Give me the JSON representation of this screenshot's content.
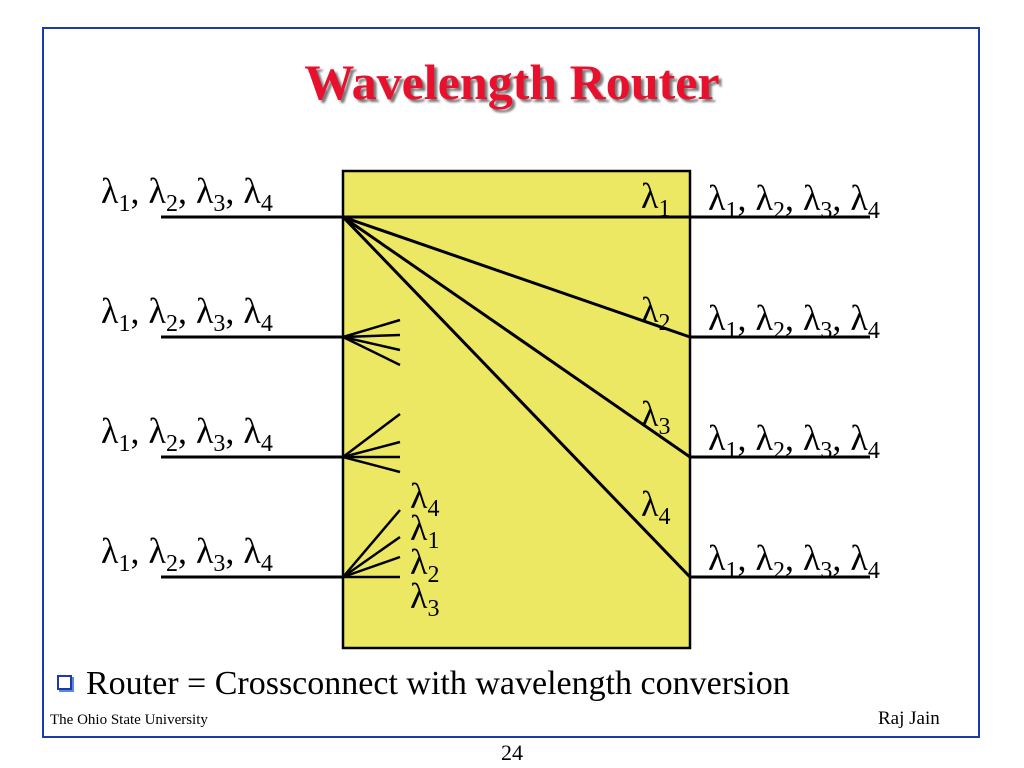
{
  "title": "Wavelength Router",
  "lam": "λ",
  "input_ports": [
    [
      [
        "λ",
        "1"
      ],
      [
        "λ",
        "2"
      ],
      [
        "λ",
        "3"
      ],
      [
        "λ",
        "4"
      ]
    ],
    [
      [
        "λ",
        "1"
      ],
      [
        "λ",
        "2"
      ],
      [
        "λ",
        "3"
      ],
      [
        "λ",
        "4"
      ]
    ],
    [
      [
        "λ",
        "1"
      ],
      [
        "λ",
        "2"
      ],
      [
        "λ",
        "3"
      ],
      [
        "λ",
        "4"
      ]
    ],
    [
      [
        "λ",
        "1"
      ],
      [
        "λ",
        "2"
      ],
      [
        "λ",
        "3"
      ],
      [
        "λ",
        "4"
      ]
    ]
  ],
  "output_ports": [
    [
      [
        "λ",
        "1"
      ],
      [
        "λ",
        "2"
      ],
      [
        "λ",
        "3"
      ],
      [
        "λ",
        "4"
      ]
    ],
    [
      [
        "λ",
        "1"
      ],
      [
        "λ",
        "2"
      ],
      [
        "λ",
        "3"
      ],
      [
        "λ",
        "4"
      ]
    ],
    [
      [
        "λ",
        "1"
      ],
      [
        "λ",
        "2"
      ],
      [
        "λ",
        "3"
      ],
      [
        "λ",
        "4"
      ]
    ],
    [
      [
        "λ",
        "1"
      ],
      [
        "λ",
        "2"
      ],
      [
        "λ",
        "3"
      ],
      [
        "λ",
        "4"
      ]
    ]
  ],
  "inner_right_labels": [
    "1",
    "2",
    "3",
    "4"
  ],
  "inner_left_labels": [
    "4",
    "1",
    "2",
    "3"
  ],
  "bullet_text": "Router = Crossconnect with wavelength conversion",
  "footer": {
    "left": "The Ohio State University",
    "right": "Raj Jain",
    "page": "24"
  },
  "colors": {
    "title": "#e8102c",
    "box_fill": "#ede864",
    "frame": "#1c3aa8"
  }
}
